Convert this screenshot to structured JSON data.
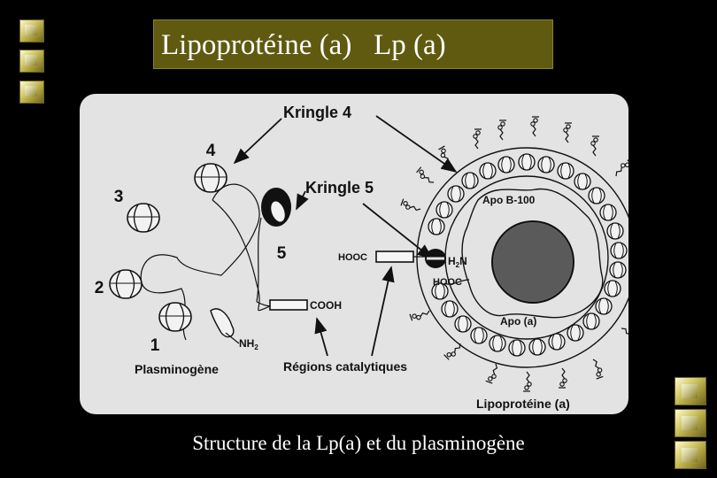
{
  "title": "Lipoprotéine (a)   Lp (a)",
  "caption": "Structure de la Lp(a) et du plasminogène",
  "diagram": {
    "kringle4": "Kringle 4",
    "kringle5": "Kringle 5",
    "num4": "4",
    "num3": "3",
    "num2": "2",
    "num1": "1",
    "num5": "5",
    "nh2": "NH",
    "nh2_sub": "2",
    "plasminogene": "Plasminogène",
    "cooh": "COOH",
    "regions": "Régions catalytiques",
    "hooc1": "HOOC",
    "h2n_h": "H",
    "h2n_sub": "2",
    "h2n_n": "N",
    "hooc2": "HOOC",
    "apob": "Apo B-100",
    "apoa": "Apo (a)",
    "lipoproteine": "Lipoprotéine (a)"
  },
  "nav": {
    "left_buttons": [
      "nav-button",
      "nav-button",
      "nav-button"
    ],
    "right_buttons": [
      "nav-button",
      "nav-button",
      "nav-button"
    ]
  }
}
